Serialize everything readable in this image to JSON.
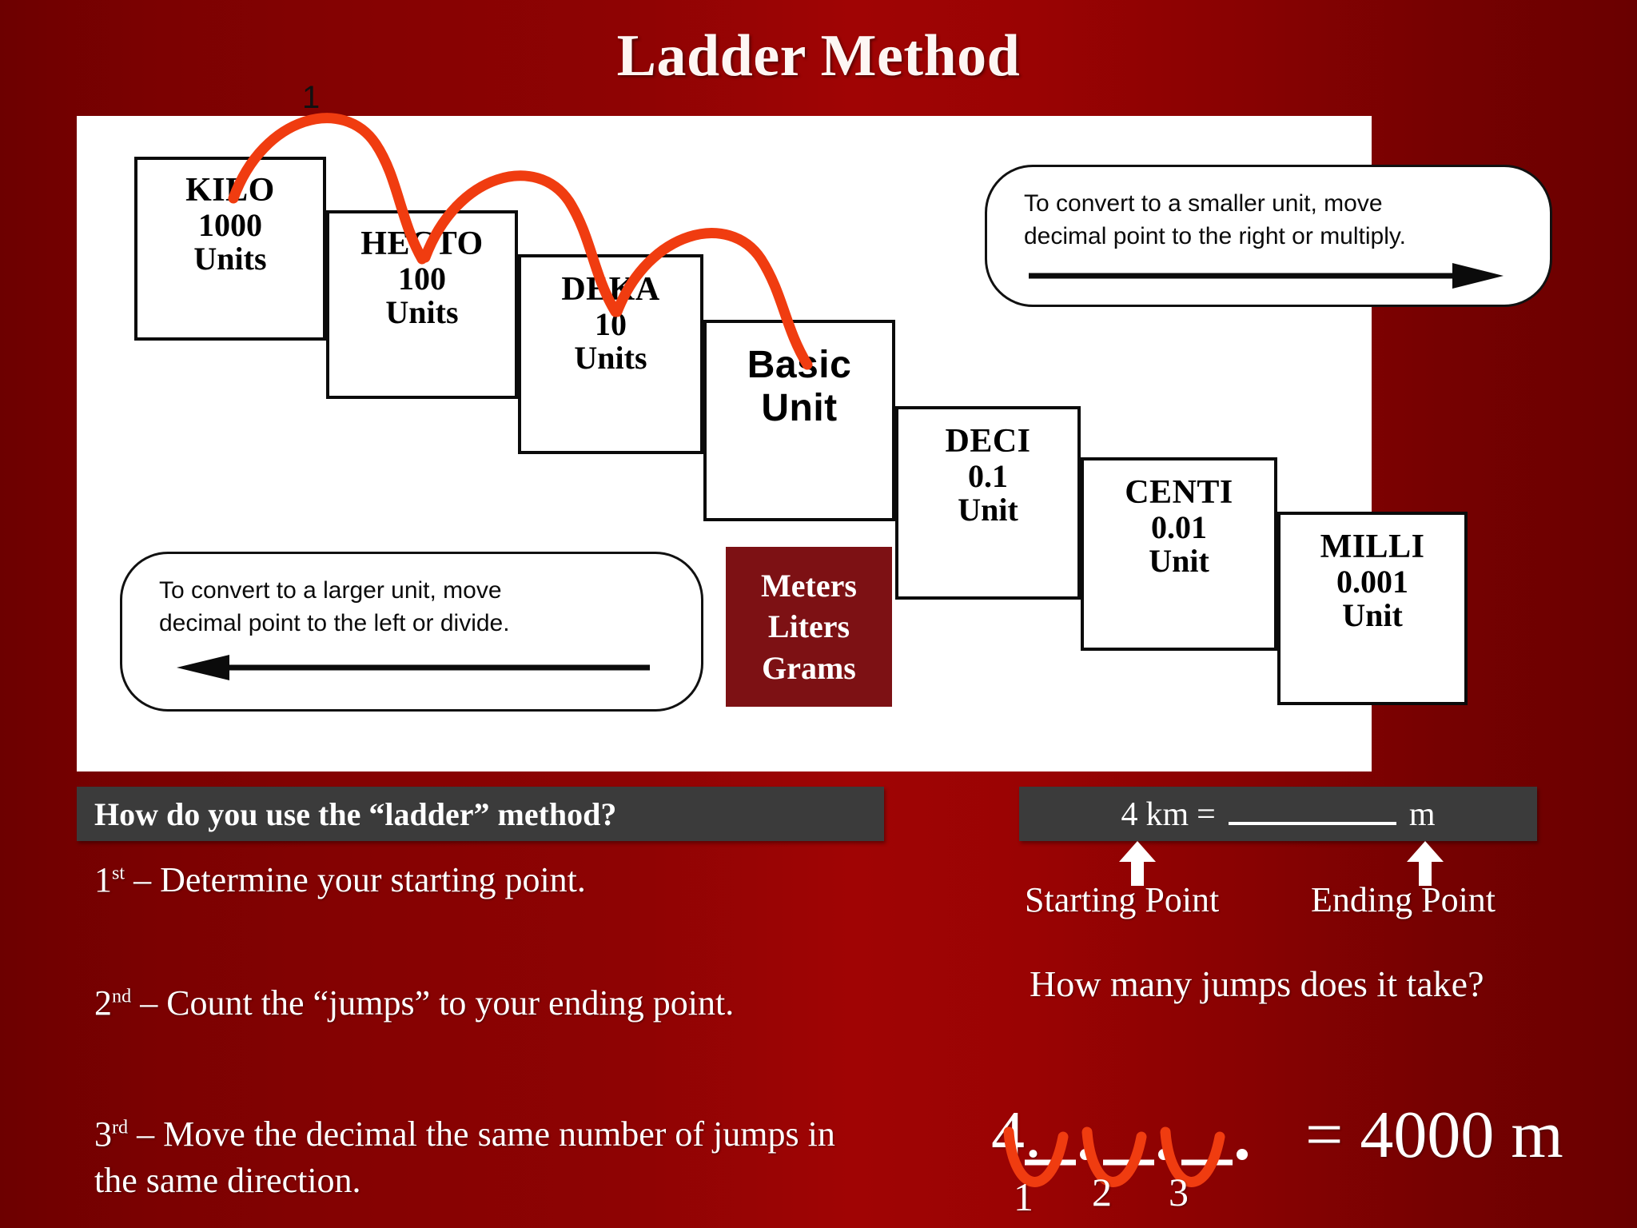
{
  "slide": {
    "title": "Ladder Method",
    "background_color": "#8e0303",
    "panel_color": "#ffffff",
    "accent_color": "#f03c10",
    "banner_color": "#3b3b3b",
    "basic_unit_box_color": "#7d1114"
  },
  "ladder": {
    "jump_label_1": "1",
    "steps": [
      {
        "name": "KILO",
        "value": "1000",
        "unit": "Units"
      },
      {
        "name": "HECTO",
        "value": "100",
        "unit": "Units"
      },
      {
        "name": "DEKA",
        "value": "10",
        "unit": "Units"
      },
      {
        "name": "Basic\nUnit",
        "value": "",
        "unit": ""
      },
      {
        "name": "DECI",
        "value": "0.1",
        "unit": "Unit"
      },
      {
        "name": "CENTI",
        "value": "0.01",
        "unit": "Unit"
      },
      {
        "name": "MILLI",
        "value": "0.001",
        "unit": "Unit"
      }
    ],
    "basic_unit_line_1": "Basic",
    "basic_unit_line_2": "Unit",
    "base_units": [
      "Meters",
      "Liters",
      "Grams"
    ]
  },
  "callouts": {
    "smaller": {
      "line1": "To convert to a smaller unit, move",
      "line2": "decimal  point to the right or multiply.",
      "arrow_direction": "right"
    },
    "larger": {
      "line1": "To convert to a larger unit, move",
      "line2": "decimal  point to the left or divide.",
      "arrow_direction": "left"
    }
  },
  "instructions": {
    "header": "How do you use the “ladder” method?",
    "steps": [
      {
        "ordinal": "1",
        "suffix": "st",
        "text": " – Determine your starting point."
      },
      {
        "ordinal": "2",
        "suffix": "nd",
        "text": " – Count the “jumps” to your ending point."
      },
      {
        "ordinal": "3",
        "suffix": "rd",
        "text": " – Move the decimal the same number of jumps in the same direction."
      }
    ]
  },
  "example": {
    "equation_value": "4",
    "equation_from_unit": "km",
    "equals": "=",
    "equation_to_unit": "m",
    "blank": "__________",
    "starting_point_label": "Starting Point",
    "ending_point_label": "Ending Point",
    "jump_question": "How many jumps does it take?",
    "answer_prefix": "4.",
    "answer_equals": "= 4000 m",
    "jump_counts": [
      "1",
      "2",
      "3"
    ],
    "total_jumps": 3
  }
}
